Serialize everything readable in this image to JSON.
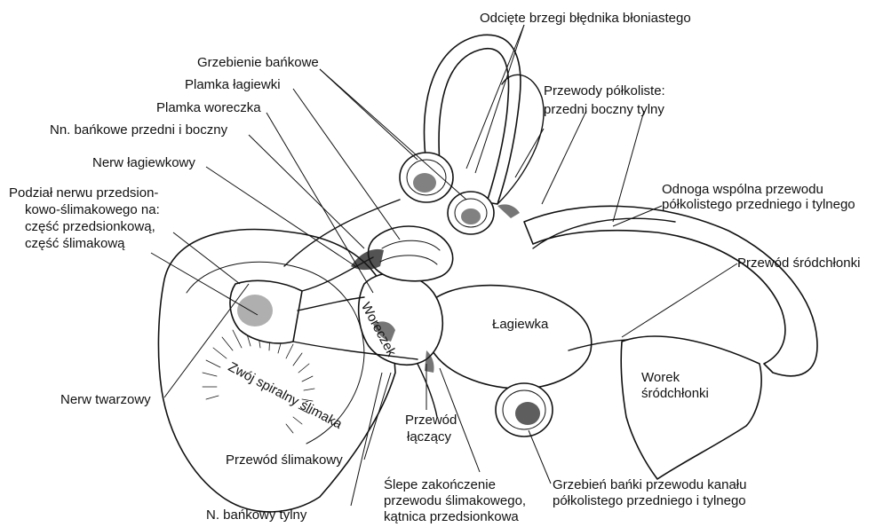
{
  "labels": {
    "odciete_brzegi": "Odcięte brzegi błędnika błoniastego",
    "grzebienie_bankowe": "Grzebienie bańkowe",
    "plamka_lagiewki": "Plamka łagiewki",
    "plamka_woreczka": "Plamka woreczka",
    "nn_bankowe": "Nn. bańkowe przedni i boczny",
    "nerw_lagiewkowy": "Nerw łagiewkowy",
    "podzial_1": "Podział nerwu przedsion-",
    "podzial_2": "kowo-ślimakowego na:",
    "podzial_3": "część przedsionkową,",
    "podzial_4": "część ślimakową",
    "przewody_polkoliste": "Przewody półkoliste:",
    "przedni_boczny_tylny": "przedni  boczny  tylny",
    "odnoga_1": "Odnoga wspólna przewodu",
    "odnoga_2": "półkolistego przedniego i tylnego",
    "przewod_srodchlonki": "Przewód śródchłonki",
    "woreczek": "Woreczek",
    "lagiewka": "Łagiewka",
    "worek_1": "Worek",
    "worek_2": "śródchłonki",
    "nerw_twarzowy": "Nerw twarzowy",
    "zwoj_spiralny": "Zwój spiralny ślimaka",
    "przewod_laczacy_1": "Przewód",
    "przewod_laczacy_2": "łączący",
    "przewod_slimakowy": "Przewód ślimakowy",
    "slepe_1": "Ślepe zakończenie",
    "slepe_2": "przewodu ślimakowego,",
    "slepe_3": "kątnica przedsionkowa",
    "grzebien_1": "Grzebień bańki przewodu kanału",
    "grzebien_2": "półkolistego przedniego i tylnego",
    "n_bankowy_tylny": "N. bańkowy tylny"
  },
  "colors": {
    "ink": "#111111",
    "fill": "#ffffff",
    "shade": "#1a1a1a"
  }
}
